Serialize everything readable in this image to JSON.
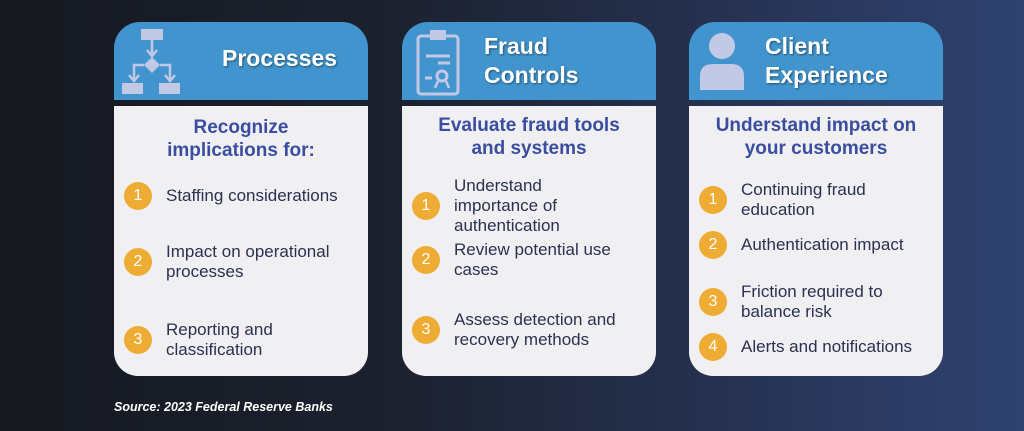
{
  "cards": [
    {
      "title": "Processes",
      "icon": "flowchart-icon",
      "subtitle": "Recognize implications for:",
      "items": [
        {
          "n": "1",
          "text": "Staffing considerations"
        },
        {
          "n": "2",
          "text": "Impact on operational processes"
        },
        {
          "n": "3",
          "text": "Reporting and classification"
        }
      ]
    },
    {
      "title": "Fraud Controls",
      "icon": "certificate-clipboard-icon",
      "subtitle": "Evaluate fraud tools and systems",
      "items": [
        {
          "n": "1",
          "text": "Understand importance of authentication"
        },
        {
          "n": "2",
          "text": "Review potential use cases"
        },
        {
          "n": "3",
          "text": "Assess detection and recovery methods"
        }
      ]
    },
    {
      "title": "Client Experience",
      "icon": "person-icon",
      "subtitle": "Understand impact on your customers",
      "items": [
        {
          "n": "1",
          "text": "Continuing fraud education"
        },
        {
          "n": "2",
          "text": "Authentication impact"
        },
        {
          "n": "3",
          "text": "Friction required to balance risk"
        },
        {
          "n": "4",
          "text": "Alerts and notifications"
        }
      ]
    }
  ],
  "source": "Source: 2023 Federal Reserve Banks",
  "colors": {
    "header": "#4194cd",
    "number": "#eeac35",
    "subtitle": "#3a4ea0"
  }
}
